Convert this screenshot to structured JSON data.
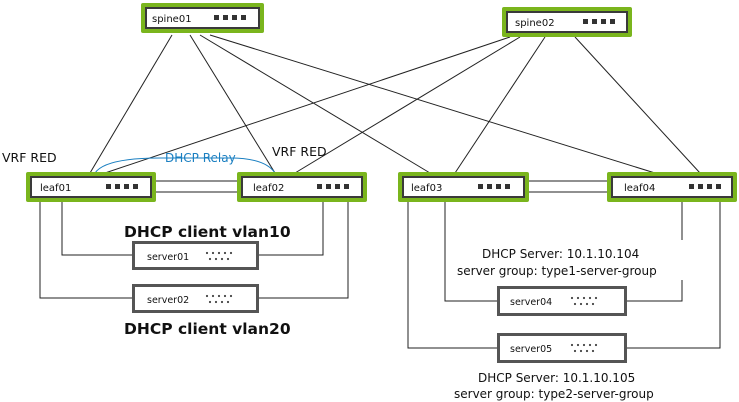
{
  "colors": {
    "switch_border": "#7ab51d",
    "switch_inner": "#3a3a3a",
    "switch_fill": "#ffffff",
    "server_border": "#555555",
    "link": "#222222",
    "relay": "#1a7fc1"
  },
  "devices": {
    "spine01": "spine01",
    "spine02": "spine02",
    "leaf01": "leaf01",
    "leaf02": "leaf02",
    "leaf03": "leaf03",
    "leaf04": "leaf04",
    "server01": "server01",
    "server02": "server02",
    "server04": "server04",
    "server05": "server05"
  },
  "labels": {
    "vrf_left": "VRF RED",
    "vrf_right": "VRF RED",
    "dhcp_relay": "DHCP Relay",
    "client_vlan10": "DHCP client vlan10",
    "client_vlan20": "DHCP client vlan20",
    "server1_line1": "DHCP Server: 10.1.10.104",
    "server1_line2": "server group: type1-server-group",
    "server2_line1": "DHCP Server: 10.1.10.105",
    "server2_line2": "server group: type2-server-group"
  }
}
